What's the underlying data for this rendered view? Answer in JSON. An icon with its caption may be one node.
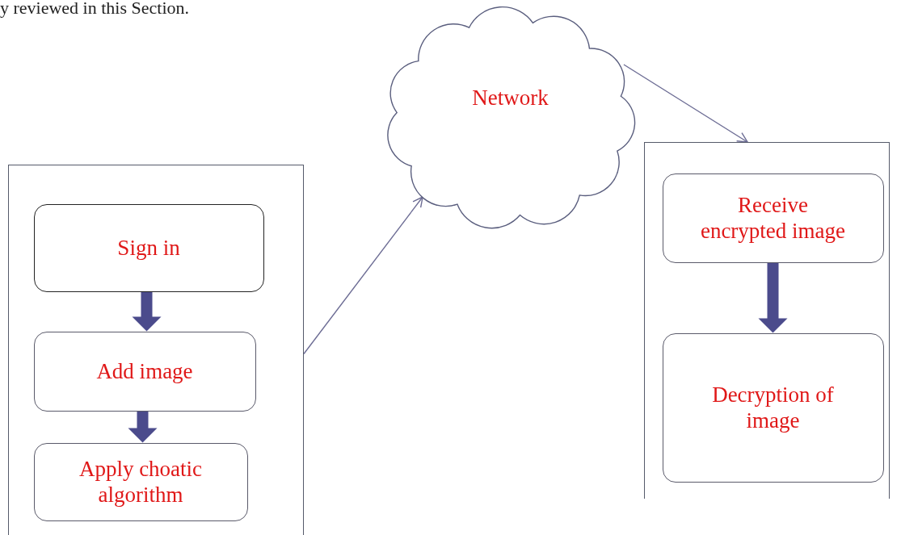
{
  "diagram": {
    "nodes": [
      {
        "text": [],
        "shape": "box"
      },
      {
        "text": [
          "Sign in"
        ],
        "in": 0
      },
      {
        "text": [
          "Add image"
        ],
        "in": 0
      },
      {
        "text": [
          "Apply choatic algorithm"
        ],
        "in": 0
      },
      {
        "text": [
          "Network"
        ]
      },
      {
        "text": [],
        "shape": "box"
      },
      {
        "text": [
          "Receive encrypted image"
        ],
        "in": 5
      },
      {
        "text": [
          "Decryption of image"
        ],
        "in": 5
      }
    ],
    "edges": [
      {
        "from": 1,
        "to": 2,
        "arrow": "to",
        "style": "thick"
      },
      {
        "from": 2,
        "to": 3,
        "arrow": "to",
        "style": "thick"
      },
      {
        "from": 0,
        "to": 4,
        "arrow": "to",
        "color": "#6c6c94"
      },
      {
        "from": 4,
        "to": 5,
        "arrow": "to",
        "color": "#6c6c94"
      },
      {
        "from": 6,
        "to": 7,
        "arrow": "to",
        "style": "thick"
      }
    ],
    "labels": [
      "y reviewed in this Section."
    ]
  }
}
